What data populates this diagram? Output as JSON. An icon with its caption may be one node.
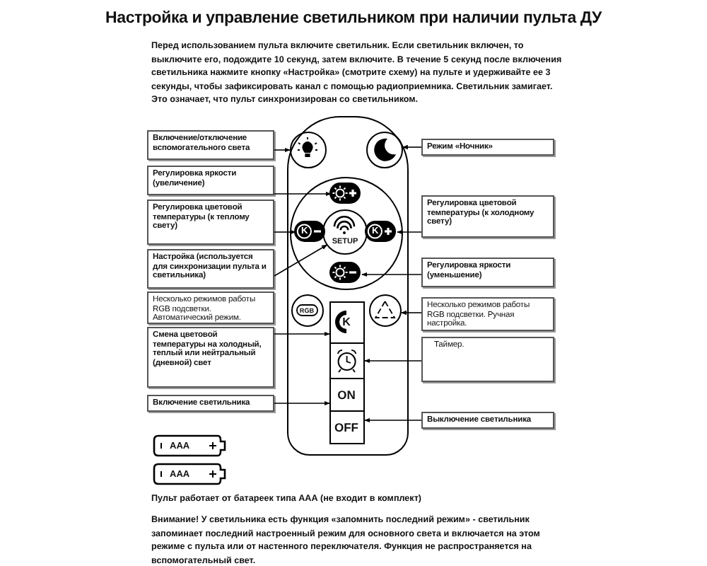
{
  "diagram": {
    "title": "Настройка и управление светильником при наличии пульта ДУ",
    "nodes": [
      {
        "text": [],
        "shape": "box"
      },
      {
        "text": [
          "Включение/отключение вспомогательного света"
        ]
      },
      {
        "text": [
          "Регулировка яркости (увеличение)"
        ]
      },
      {
        "text": [
          "Регулировка цветовой температуры (к теплому свету)"
        ]
      },
      {
        "text": [
          "Настройка (используется для синхронизации пульта и светильника)"
        ]
      },
      {
        "text": [
          "Несколько режимов работы RGB подсветки. Автоматический режим."
        ]
      },
      {
        "text": [
          "Смена цветовой температуры на холодный, теплый или нейтральный (дневной) свет"
        ]
      },
      {
        "text": [
          "Включение светильника"
        ]
      },
      {
        "text": [
          "Режим «Ночник»"
        ]
      },
      {
        "text": [
          "Регулировка цветовой температуры (к холодному свету)"
        ]
      },
      {
        "text": [
          "Регулировка яркости (уменьшение)"
        ]
      },
      {
        "text": [
          "Несколько режимов работы RGB подсветки. Ручная настройка."
        ]
      },
      {
        "text": [
          "Таймер."
        ]
      },
      {
        "text": [
          "Выключение светильника"
        ]
      },
      {
        "text": [],
        "shape": "circle",
        "in": 0
      },
      {
        "text": [],
        "shape": "circle",
        "in": 0
      },
      {
        "text": [],
        "shape": "circle",
        "in": 0
      },
      {
        "text": [],
        "shape": "box",
        "in": 16
      },
      {
        "text": [
          "K"
        ],
        "in": 16
      },
      {
        "text": [
          "SETUP"
        ],
        "in": 16
      },
      {
        "text": [
          "K"
        ],
        "in": 16
      },
      {
        "text": [],
        "shape": "box",
        "in": 16
      },
      {
        "text": [
          "RGB"
        ],
        "in": 0
      },
      {
        "text": [],
        "shape": "circle",
        "in": 0
      },
      {
        "text": [
          "K"
        ],
        "in": 0
      },
      {
        "text": [],
        "shape": "box",
        "in": 0
      },
      {
        "text": [
          "ON"
        ],
        "in": 0
      },
      {
        "text": [
          "OFF"
        ],
        "in": 0
      },
      {
        "text": [
          "AAA"
        ]
      },
      {
        "text": [
          "AAA"
        ]
      }
    ],
    "edges": [
      {
        "from": 1,
        "to": 14,
        "arrow": "to"
      },
      {
        "from": 2,
        "to": 17,
        "arrow": "to"
      },
      {
        "from": 3,
        "to": 18,
        "arrow": "to"
      },
      {
        "from": 4,
        "to": 19,
        "arrow": "to"
      },
      {
        "from": 6,
        "to": 24,
        "arrow": "to"
      },
      {
        "from": 7,
        "to": 26,
        "arrow": "to"
      },
      {
        "from": 8,
        "to": 15,
        "arrow": "to"
      },
      {
        "from": 9,
        "to": 20,
        "arrow": "to"
      },
      {
        "from": 10,
        "to": 21,
        "arrow": "to"
      },
      {
        "from": 11,
        "to": 23,
        "arrow": "to"
      },
      {
        "from": 12,
        "to": 25,
        "arrow": "to"
      },
      {
        "from": 13,
        "to": 27,
        "arrow": "to"
      }
    ],
    "labels": [
      "Перед использованием пульта включите светильник. Если светильник включен, то выключите его, подождите 10 секунд, затем включите. В течение 5 секунд после включения светильника нажмите кнопку «Настройка» (смотрите схему) на пульте и удерживайте ее 3 секунды, чтобы зафиксировать канал с помощью радиоприемника. Светильник замигает. Это означает, что пульт синхронизирован со светильником.",
      "Пульт работает от батареек типа ААА (не входит в комплект)",
      "Внимание! У светильника есть функция «запомнить последний режим» - светильник запоминает последний настроенный режим для основного света и включается на этом режиме с пульта или от настенного переключателя. Функция не распространяется на вспомогательный свет."
    ]
  }
}
